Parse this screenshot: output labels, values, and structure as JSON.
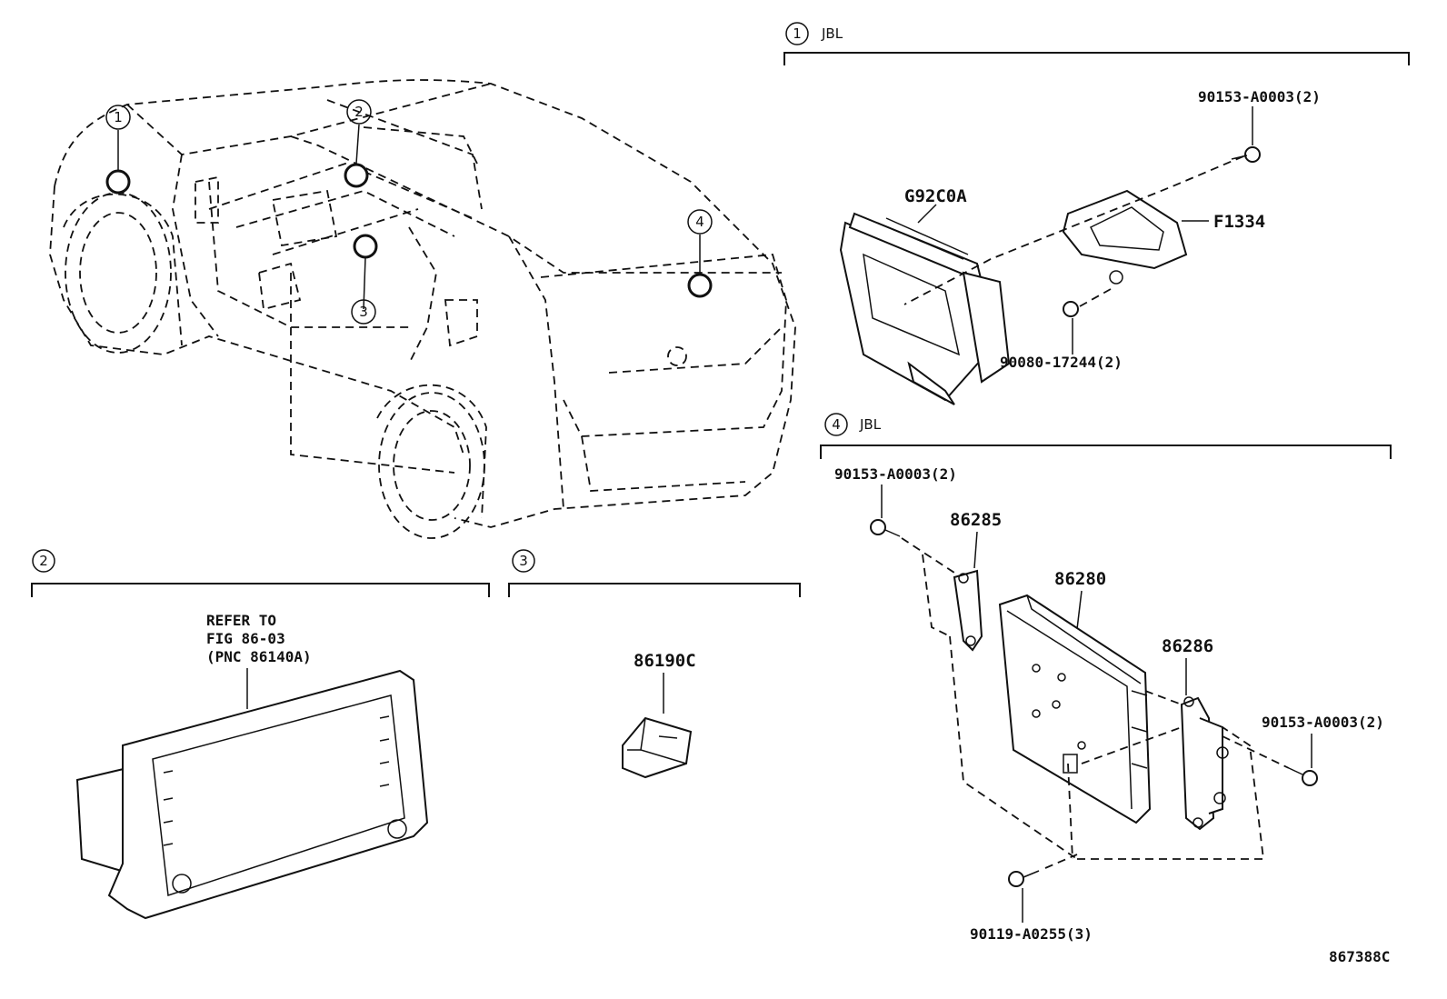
{
  "sections": [
    {
      "number": "1",
      "label": "JBL"
    },
    {
      "number": "2",
      "label": ""
    },
    {
      "number": "3",
      "label": ""
    },
    {
      "number": "4",
      "label": "JBL"
    }
  ],
  "vehicle_callouts": [
    "1",
    "2",
    "3",
    "4"
  ],
  "section1_parts": {
    "amp": "G92C0A",
    "bracket": "F1334",
    "bolt_top": "90153-A0003(2)",
    "nut": "90080-17244(2)"
  },
  "section2_parts": {
    "refer_line1": "REFER TO",
    "refer_line2": "FIG 86-03",
    "refer_line3": "(PNC 86140A)"
  },
  "section3_parts": {
    "usb": "86190C"
  },
  "section4_parts": {
    "bolt_top": "90153-A0003(2)",
    "bracket_left": "86285",
    "amp": "86280",
    "bracket_right": "86286",
    "bolt_right": "90153-A0003(2)",
    "bolt_bottom": "90119-A0255(3)"
  },
  "figure_id": "867388C"
}
